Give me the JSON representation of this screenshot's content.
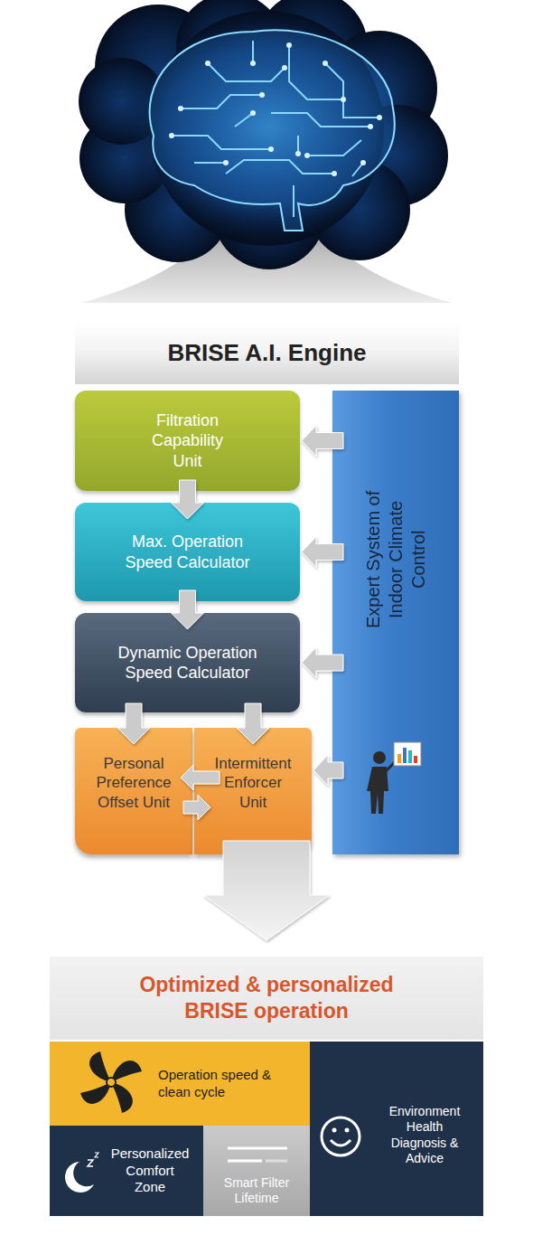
{
  "diagram": {
    "nodes": [
      {
        "text": [
          "BRISE A.I. Engine"
        ]
      },
      {
        "text": [
          "Filtration Capability Unit"
        ],
        "in": 0
      },
      {
        "text": [
          "Max. Operation Speed Calculator"
        ],
        "in": 0
      },
      {
        "text": [
          "Dynamic Operation Speed Calculator"
        ],
        "in": 0
      },
      {
        "text": [
          "Personal Preference Offset Unit"
        ],
        "in": 0
      },
      {
        "text": [
          "Intermittent Enforcer Unit"
        ],
        "in": 0
      },
      {
        "text": [
          "Expert System of Indoor Climate Control"
        ],
        "in": 0
      },
      {
        "text": [
          "Optimized & personalized BRISE operation"
        ]
      },
      {
        "text": [
          "Operation speed & clean cycle"
        ]
      },
      {
        "text": [
          "Environment Health Diagnosis & Advice"
        ]
      },
      {
        "text": [
          "Personalized Comfort Zone"
        ]
      },
      {
        "text": [
          "Smart Filter Lifetime"
        ]
      }
    ],
    "edges": [
      {
        "from": 1,
        "to": 2,
        "arrow": "to"
      },
      {
        "from": 2,
        "to": 3,
        "arrow": "to"
      },
      {
        "from": 3,
        "to": 4,
        "arrow": "to"
      },
      {
        "from": 3,
        "to": 5,
        "arrow": "to"
      },
      {
        "from": 5,
        "to": 4,
        "arrow": "to"
      },
      {
        "from": 4,
        "to": 5,
        "arrow": "to"
      },
      {
        "from": 6,
        "to": 1,
        "arrow": "to"
      },
      {
        "from": 6,
        "to": 2,
        "arrow": "to"
      },
      {
        "from": 6,
        "to": 3,
        "arrow": "to"
      },
      {
        "from": 6,
        "to": 5,
        "arrow": "to"
      },
      {
        "from": 0,
        "to": 7,
        "arrow": "to"
      }
    ]
  }
}
